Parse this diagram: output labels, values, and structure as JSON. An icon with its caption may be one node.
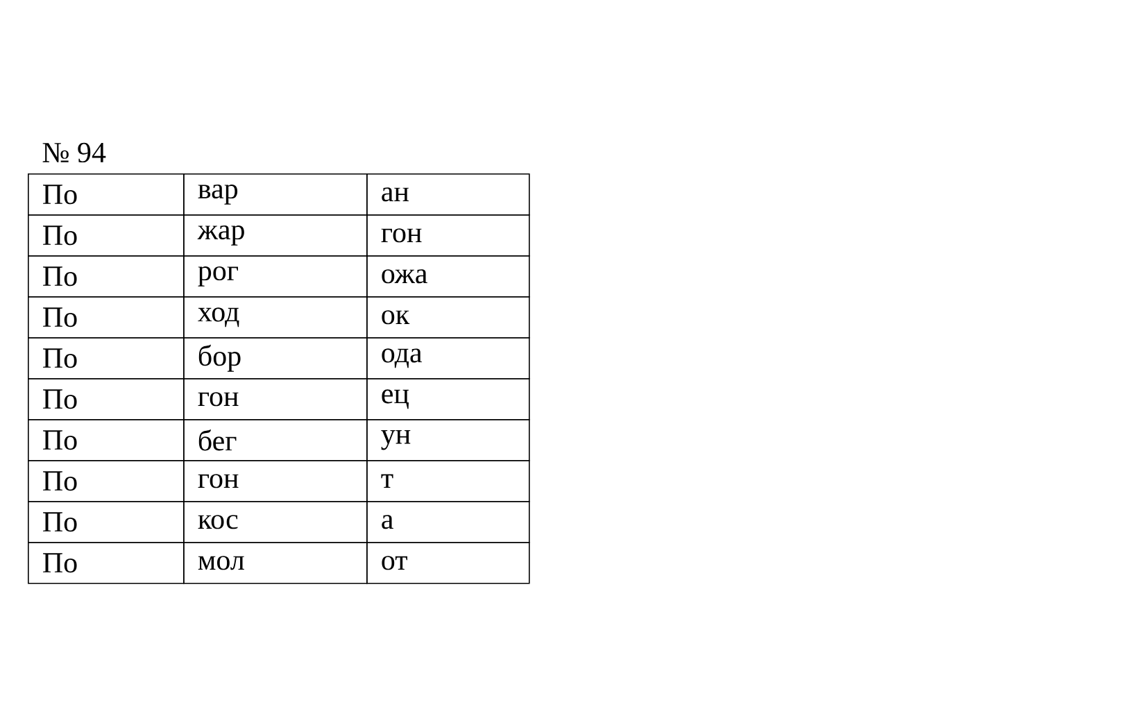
{
  "diagram": {
    "title": "№ 94",
    "labels": [
      "По",
      "вар",
      "ан",
      "По",
      "жар",
      "гон",
      "По",
      "рог",
      "ожа",
      "По",
      "ход",
      "ок",
      "По",
      "бор",
      "ода",
      "По",
      "гон",
      "ец",
      "По",
      "бег",
      "ун",
      "По",
      "гон",
      "т",
      "По",
      "кос",
      "а",
      "По",
      "мол",
      "от"
    ]
  }
}
